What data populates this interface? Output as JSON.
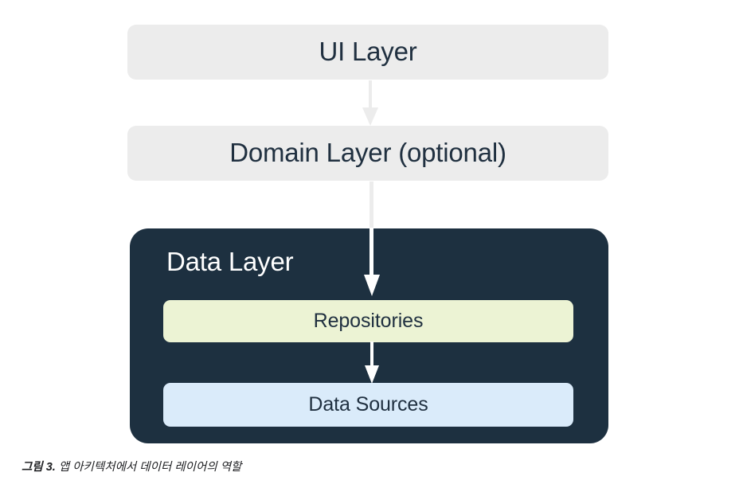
{
  "figure": {
    "caption_label": "그림 3.",
    "caption_text": "앱 아키텍처에서 데이터 레이어의 역할"
  },
  "diagram": {
    "type": "layered-architecture-flow",
    "nodes": [
      {
        "id": "ui-layer",
        "label": "UI Layer",
        "style": "light",
        "fill": "#ececec",
        "text_color": "#203040"
      },
      {
        "id": "domain-layer",
        "label": "Domain Layer (optional)",
        "style": "light",
        "fill": "#ececec",
        "text_color": "#203040"
      },
      {
        "id": "data-layer",
        "label": "Data Layer",
        "style": "dark-container",
        "fill": "#1d3040",
        "text_color": "#ffffff"
      },
      {
        "id": "repositories",
        "label": "Repositories",
        "style": "inner",
        "fill": "#ecf3d4",
        "text_color": "#203040"
      },
      {
        "id": "data-sources",
        "label": "Data Sources",
        "style": "inner",
        "fill": "#daebfa",
        "text_color": "#203040"
      }
    ],
    "arrows": [
      {
        "id": "ui-to-domain",
        "from": "ui-layer",
        "to": "domain-layer",
        "color": "#ececec",
        "direction": "down"
      },
      {
        "id": "domain-to-repositories",
        "from": "domain-layer",
        "to": "repositories",
        "color": "#ececec",
        "head_color": "#ffffff",
        "direction": "down"
      },
      {
        "id": "repositories-to-datasources",
        "from": "repositories",
        "to": "data-sources",
        "color": "#ffffff",
        "direction": "down"
      }
    ]
  },
  "colors": {
    "background": "#ffffff",
    "layer_gray": "#ececec",
    "data_layer_navy": "#1d3040",
    "repositories_green": "#ecf3d4",
    "data_sources_blue": "#daebfa",
    "text_dark": "#203040",
    "text_light": "#ffffff",
    "caption_text": "#202124"
  }
}
